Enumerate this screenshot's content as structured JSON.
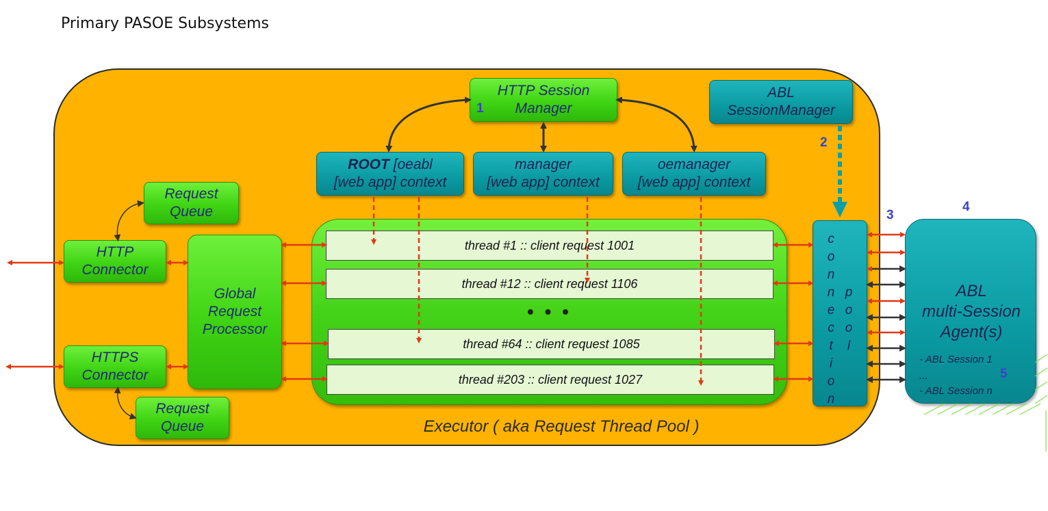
{
  "title": "Primary PASOE Subsystems",
  "boxes": {
    "http_session_manager": "HTTP Session Manager",
    "abl_session_manager_l1": "ABL",
    "abl_session_manager_l2": "SessionManager",
    "request_queue_top_l1": "Request",
    "request_queue_top_l2": "Queue",
    "request_queue_bottom_l1": "Request",
    "request_queue_bottom_l2": "Queue",
    "http_connector_l1": "HTTP",
    "http_connector_l2": "Connector",
    "https_connector_l1": "HTTPS",
    "https_connector_l2": "Connector",
    "global_processor_l1": "Global",
    "global_processor_l2": "Request",
    "global_processor_l3": "Processor"
  },
  "contexts": {
    "root_bold": "ROOT",
    "root_rest": " [oeabl",
    "root_l2": "[web app] context",
    "manager_l1": "manager",
    "manager_l2": "[web app] context",
    "oemanager_l1": "oemanager",
    "oemanager_l2": "[web app] context"
  },
  "threads": [
    "thread #1  :: client request 1001",
    "thread #12  :: client request 1106",
    "thread #64  :: client request 1085",
    "thread #203  :: client request 1027"
  ],
  "ellipsis": "• • •",
  "executor_label": "Executor ( aka Request Thread Pool )",
  "connection_pool": {
    "col1": [
      "c",
      "o",
      "n",
      "n",
      "e",
      "c",
      "t",
      "i",
      "o",
      "n"
    ],
    "col2": [
      "p",
      "o",
      "o",
      "l"
    ]
  },
  "agent": {
    "l1": "ABL",
    "l2": "multi-Session",
    "l3": "Agent(s)",
    "session1": "- ABL Session 1",
    "ellipsis": "...",
    "session_n": "- ABL Session n"
  },
  "numbers": {
    "n1": "1",
    "n2": "2",
    "n3": "3",
    "n4": "4",
    "n5": "5"
  },
  "colors": {
    "container": "#ffb300",
    "green": "#44d318",
    "teal": "#0b9aa2",
    "red_arrow": "#e03a12",
    "dark_arrow": "#333333",
    "number": "#3a42c8"
  }
}
